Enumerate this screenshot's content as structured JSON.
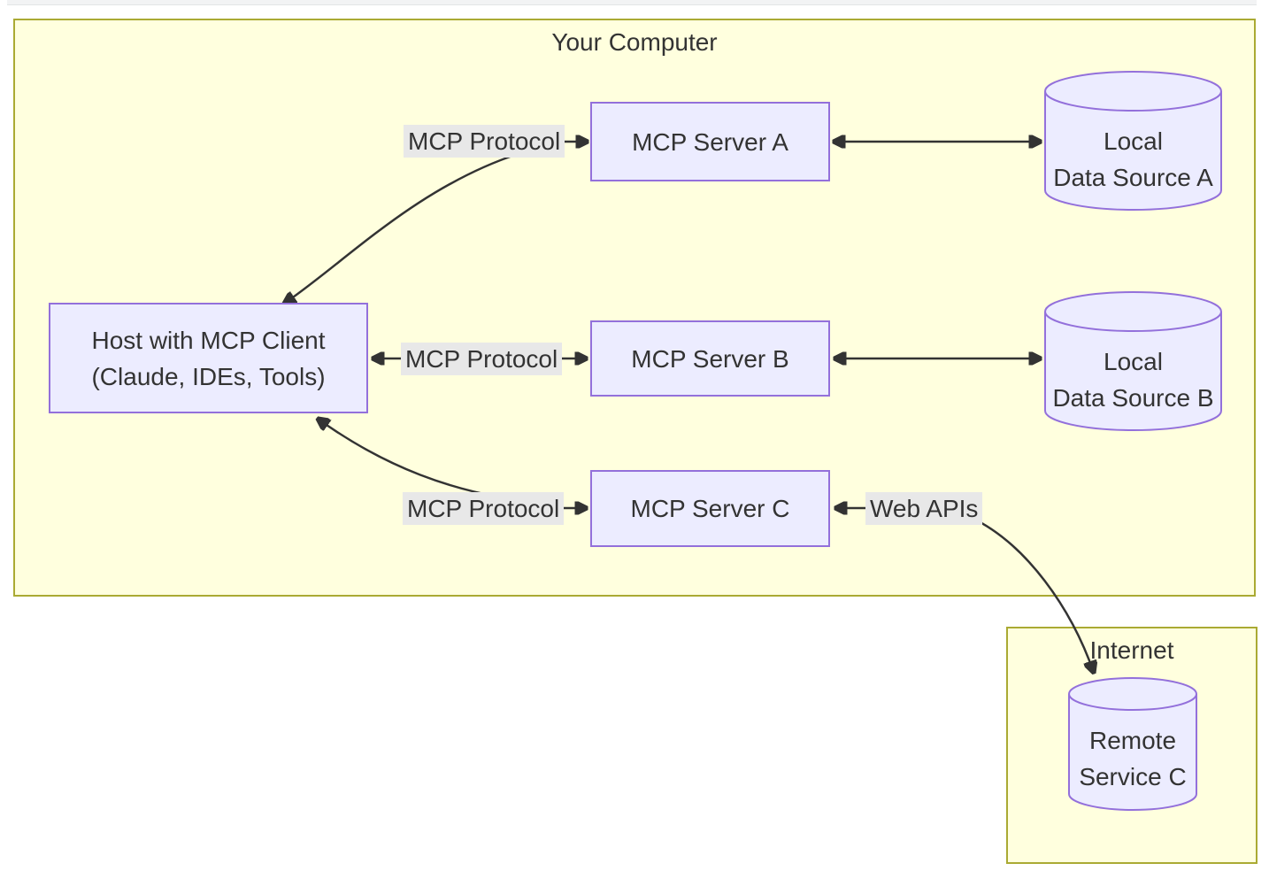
{
  "colors": {
    "cluster_fill": "#ffffde",
    "cluster_border": "#aaaa33",
    "node_fill": "#ececff",
    "node_border": "#9370db",
    "edge_color": "#333333",
    "label_bg": "#e8e8e8",
    "text_color": "#333333",
    "page_bg": "#ffffff"
  },
  "diagram": {
    "clusters": {
      "your_computer": {
        "title": "Your Computer"
      },
      "internet": {
        "title": "Internet"
      }
    },
    "nodes": {
      "host": {
        "lines": [
          "Host with MCP Client",
          "(Claude, IDEs, Tools)"
        ]
      },
      "server_a": {
        "label": "MCP Server A"
      },
      "server_b": {
        "label": "MCP Server B"
      },
      "server_c": {
        "label": "MCP Server C"
      },
      "data_source_a": {
        "lines": [
          "Local",
          "Data Source A"
        ]
      },
      "data_source_b": {
        "lines": [
          "Local",
          "Data Source B"
        ]
      },
      "remote_service_c": {
        "lines": [
          "Remote",
          "Service C"
        ]
      }
    },
    "edge_labels": {
      "protocol_a": "MCP Protocol",
      "protocol_b": "MCP Protocol",
      "protocol_c": "MCP Protocol",
      "web_apis": "Web APIs"
    }
  }
}
